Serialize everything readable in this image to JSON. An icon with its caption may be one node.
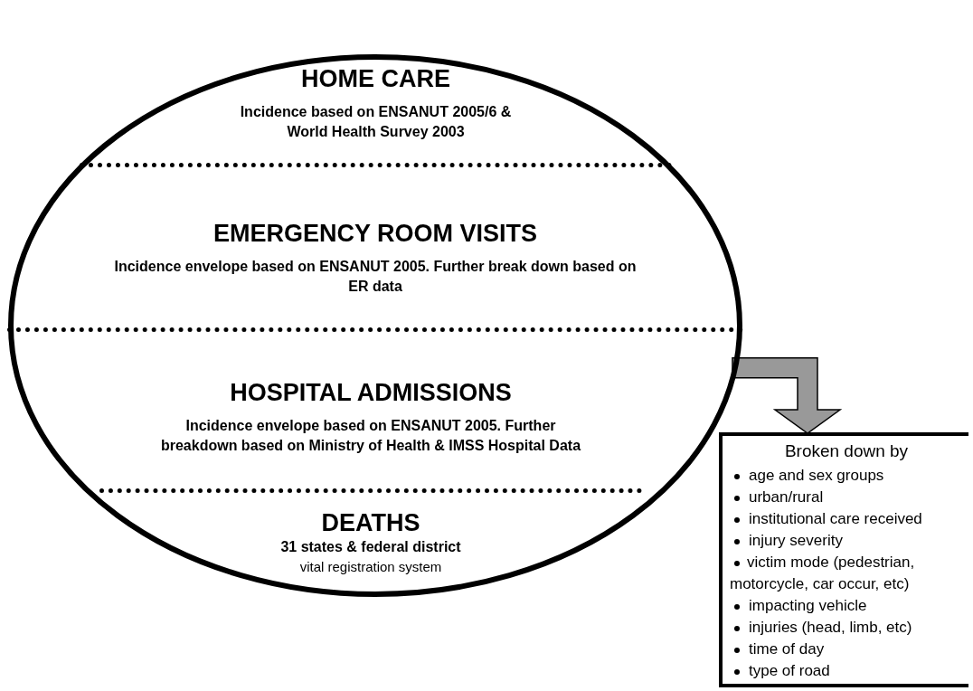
{
  "diagram": {
    "nodes": [
      {
        "text": [],
        "shape": "ellipse"
      },
      {
        "text": [
          "HOME CARE",
          "Incidence based on ENSANUT 2005/6 & World Health Survey 2003"
        ],
        "in": 0
      },
      {
        "text": [
          "EMERGENCY ROOM  VISITS",
          "Incidence envelope based on ENSANUT 2005. Further break down based on ER data"
        ],
        "in": 0
      },
      {
        "text": [
          "HOSPITAL ADMISSIONS",
          "Incidence envelope based on ENSANUT 2005. Further breakdown based on Ministry of Health & IMSS Hospital Data"
        ],
        "in": 0
      },
      {
        "text": [
          "DEATHS",
          "31 states & federal district",
          "vital registration system"
        ],
        "in": 0
      },
      {
        "text": [
          "Broken down by",
          "age and sex groups",
          "urban/rural",
          "institutional care received",
          "injury severity",
          "victim mode (pedestrian, motorcycle, car occur, etc)",
          "impacting vehicle",
          "injuries (head, limb, etc)",
          "time of day",
          "type of road"
        ]
      }
    ],
    "edges": [
      {
        "from": 0,
        "to": 5,
        "arrow": "to",
        "style": "thick"
      }
    ]
  }
}
